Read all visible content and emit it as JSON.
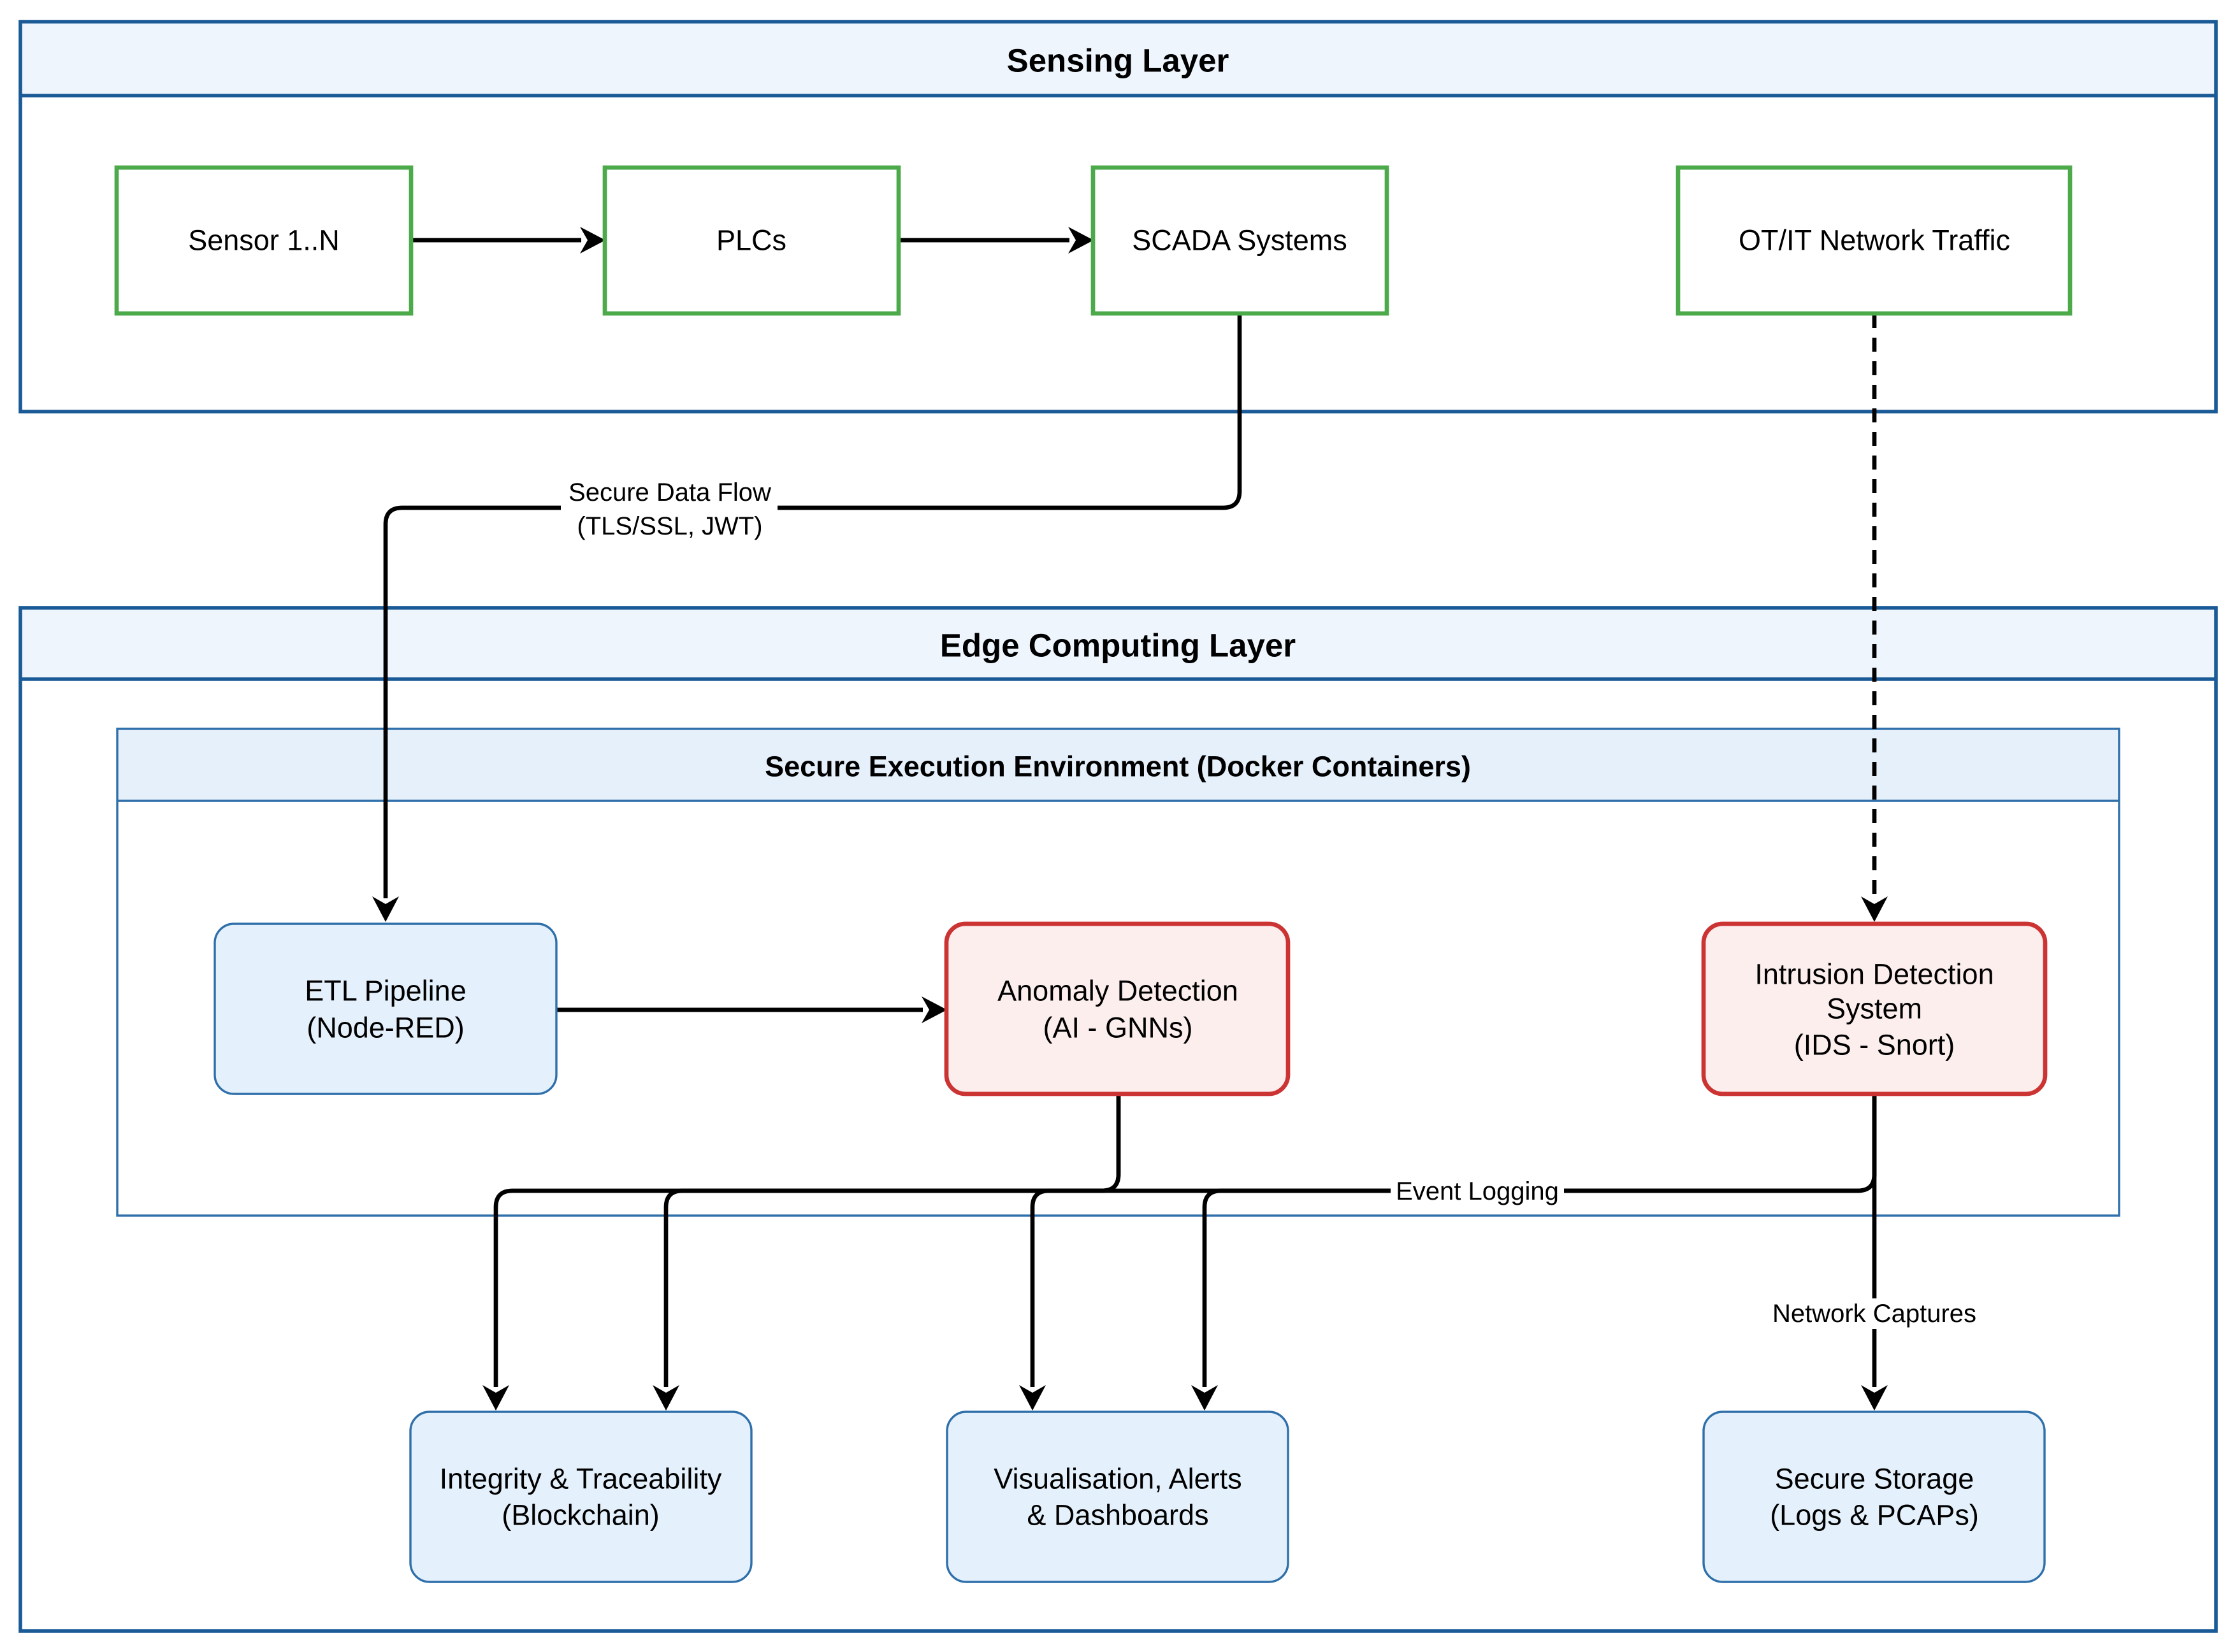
{
  "sensing_layer": {
    "title": "Sensing Layer",
    "nodes": {
      "sensor": "Sensor 1..N",
      "plcs": "PLCs",
      "scada": "SCADA Systems",
      "traffic": "OT/IT Network Traffic"
    }
  },
  "edge_layer": {
    "title": "Edge Computing Layer",
    "secure_env": {
      "title": "Secure Execution Environment (Docker Containers)"
    },
    "nodes": {
      "etl": [
        "ETL Pipeline",
        "(Node-RED)"
      ],
      "anomaly": [
        "Anomaly Detection",
        "(AI - GNNs)"
      ],
      "ids": [
        "Intrusion Detection",
        "System",
        "(IDS - Snort)"
      ],
      "integrity": [
        "Integrity & Traceability",
        "(Blockchain)"
      ],
      "visual": [
        "Visualisation, Alerts",
        "& Dashboards"
      ],
      "storage": [
        "Secure Storage",
        "(Logs & PCAPs)"
      ]
    }
  },
  "edge_labels": {
    "secure_flow": [
      "Secure Data Flow",
      "(TLS/SSL, JWT)"
    ],
    "event_logging": "Event Logging",
    "network_captures": "Network Captures"
  },
  "colors": {
    "layer_border": "#1a5a96",
    "layer_header": "#eef5fd",
    "sensing_node_border": "#4caa4a",
    "service_node_fill": "#e4f0fb",
    "service_node_border": "#2f6faa",
    "detection_node_fill": "#fdeeee",
    "detection_node_border": "#cc3434",
    "edge_line": "#000000"
  }
}
